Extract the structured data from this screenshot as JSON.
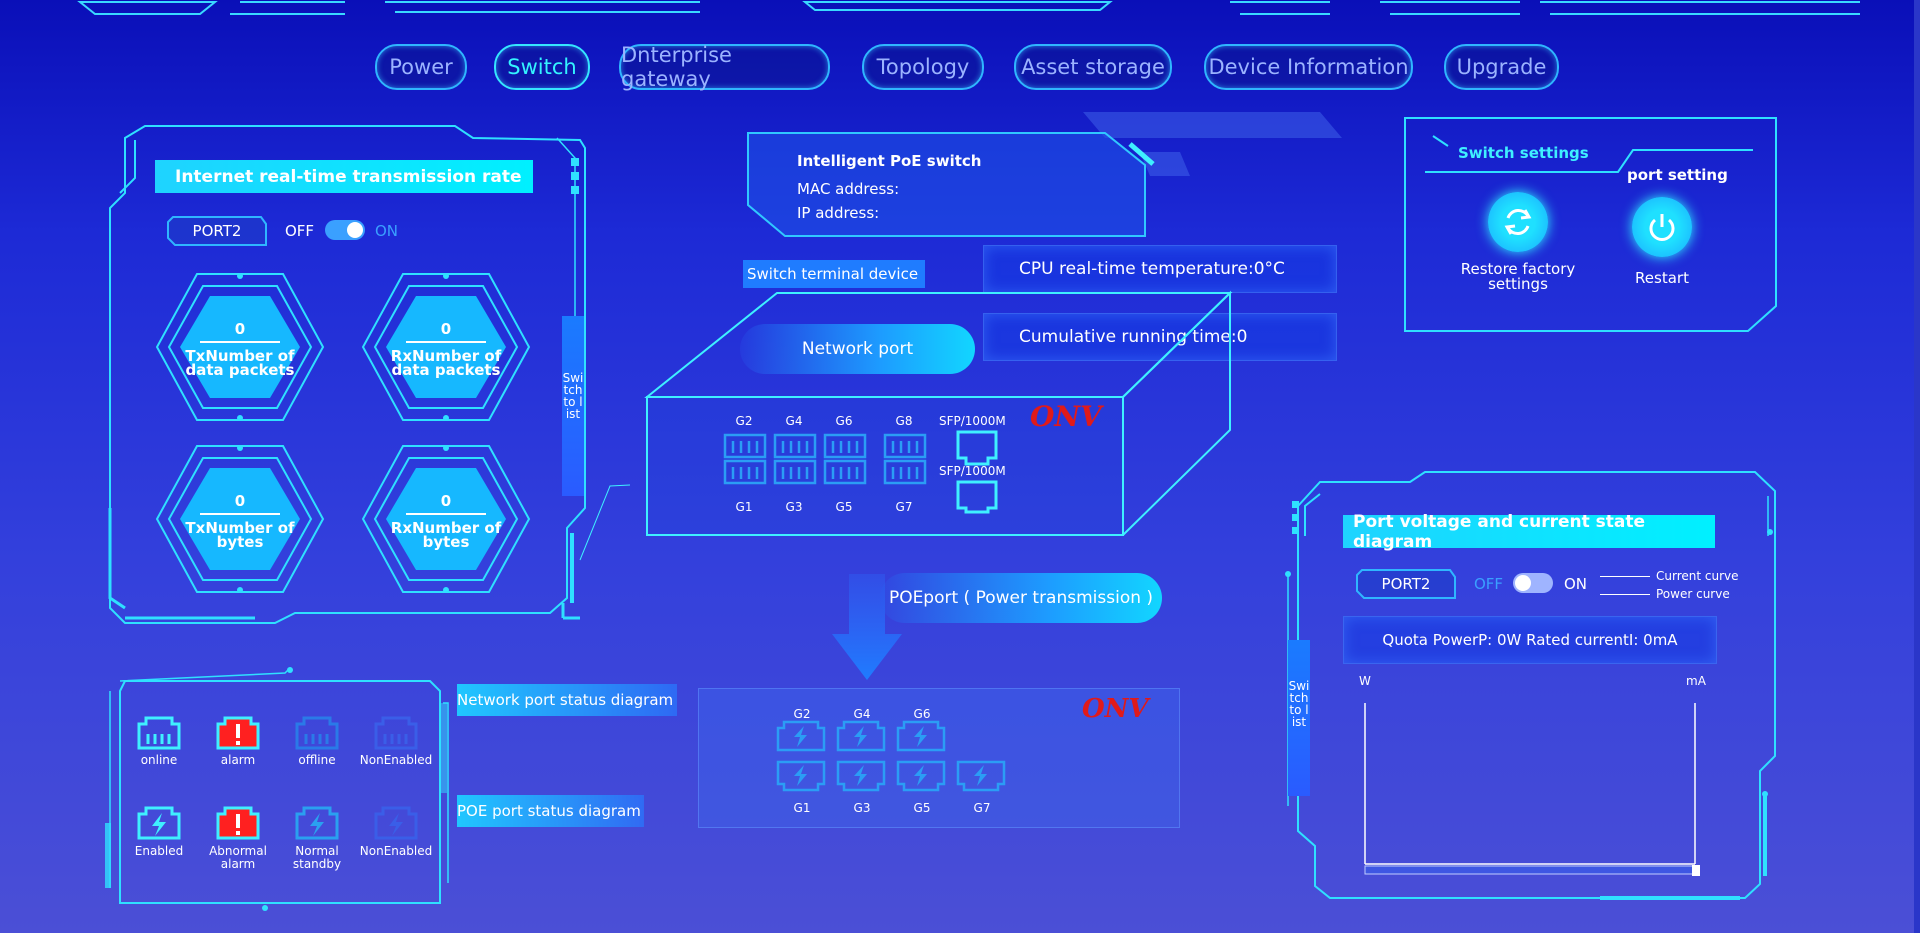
{
  "nav": {
    "items": [
      {
        "label": "Power",
        "active": false
      },
      {
        "label": "Switch",
        "active": true
      },
      {
        "label": "Dnterprise gateway",
        "active": false
      },
      {
        "label": "Topology",
        "active": false
      },
      {
        "label": "Asset storage",
        "active": false
      },
      {
        "label": "Device Information",
        "active": false
      },
      {
        "label": "Upgrade",
        "active": false
      }
    ]
  },
  "rate_panel": {
    "title": "Internet real-time transmission rate",
    "port": "PORT2",
    "off": "OFF",
    "on": "ON",
    "toggle_on": true,
    "side_tab": "Switch to list",
    "stats": [
      {
        "value": "0",
        "label": "TxNumber of data packets",
        "l1": "TxNumber of",
        "l2": "data packets"
      },
      {
        "value": "0",
        "label": "RxNumber of data packets",
        "l1": "RxNumber of",
        "l2": "data packets"
      },
      {
        "value": "0",
        "label": "TxNumber of bytes",
        "l1": "TxNumber of",
        "l2": "bytes"
      },
      {
        "value": "0",
        "label": "RxNumber of bytes",
        "l1": "RxNumber of",
        "l2": "bytes"
      }
    ]
  },
  "device": {
    "name": "Intelligent PoE switch",
    "mac_label": "MAC address:",
    "ip_label": "IP address:",
    "terminal_tag": "Switch terminal device",
    "cpu_temp": "CPU real-time temperature:0°C",
    "running_time": "Cumulative running time:0",
    "network_port": "Network port",
    "brand": "ONV",
    "top_ports": [
      "G2",
      "G4",
      "G6",
      "G8"
    ],
    "bottom_ports": [
      "G1",
      "G3",
      "G5",
      "G7"
    ],
    "sfp1": "SFP/1000M",
    "sfp2": "SFP/1000M"
  },
  "poe": {
    "label": "POEport ( Power transmission )",
    "brand": "ONV",
    "top_ports": [
      "G2",
      "G4",
      "G6"
    ],
    "bottom_ports": [
      "G1",
      "G3",
      "G5",
      "G7"
    ]
  },
  "switch_settings": {
    "title": "Switch settings",
    "subtitle": "port setting",
    "restore": "Restore factory settings",
    "restore_l1": "Restore factory",
    "restore_l2": "settings",
    "restart": "Restart"
  },
  "legend": {
    "network_tag": "Network port status diagram",
    "poe_tag": "POE port status diagram",
    "network": [
      {
        "label": "online"
      },
      {
        "label": "alarm"
      },
      {
        "label": "offline"
      },
      {
        "label": "NonEnabled"
      }
    ],
    "poe": [
      {
        "label": "Enabled",
        "l1": "Enabled",
        "l2": ""
      },
      {
        "label": "Abnormal alarm",
        "l1": "Abnormal",
        "l2": "alarm"
      },
      {
        "label": "Normal standby",
        "l1": "Normal",
        "l2": "standby"
      },
      {
        "label": "NonEnabled",
        "l1": "NonEnabled",
        "l2": ""
      }
    ]
  },
  "voltage_panel": {
    "title": "Port voltage and current state diagram",
    "port": "PORT2",
    "off": "OFF",
    "on": "ON",
    "toggle_on": false,
    "current_curve": "Current curve",
    "power_curve": "Power curve",
    "quota": "Quota PowerP: 0W Rated currentI: 0mA",
    "y_left": "W",
    "y_right": "mA",
    "side_tab": "Switch to list"
  },
  "colors": {
    "accent": "#3ff0ff",
    "frame": "#2fe0ff",
    "alarm": "#ff2020",
    "brand": "#e01a1a"
  }
}
